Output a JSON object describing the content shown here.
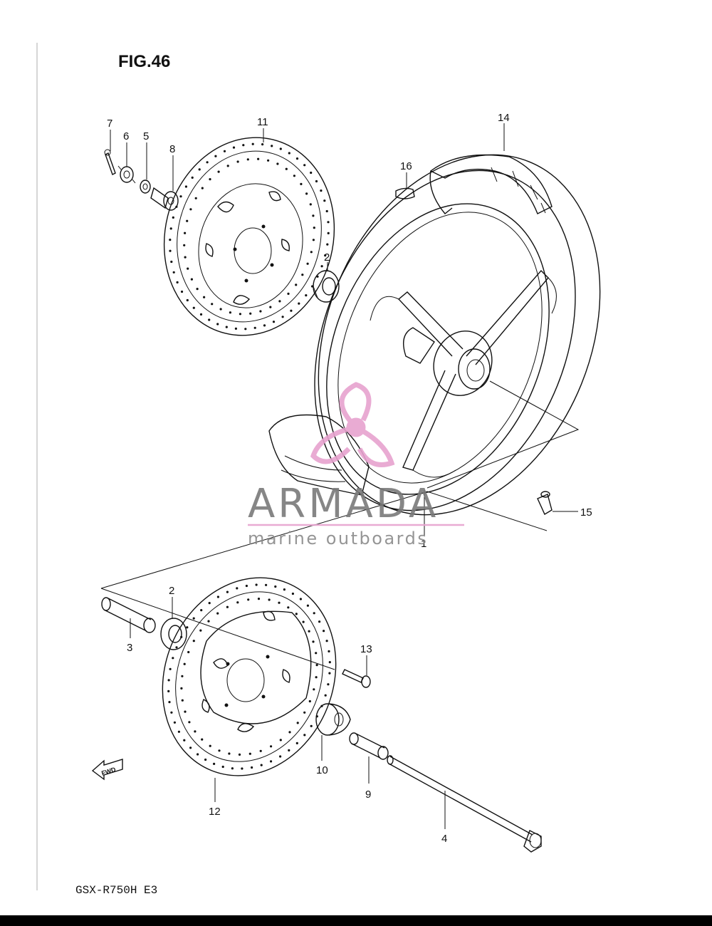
{
  "figure": {
    "title": "FIG.46",
    "model": "GSX-R750H  E3"
  },
  "direction_marker": {
    "text": "FWD"
  },
  "watermark": {
    "name": "ARMADA",
    "tagline": "marine outboards",
    "color": "#e7a3cf"
  },
  "callouts": {
    "c1": "1",
    "c2a": "2",
    "c2b": "2",
    "c3": "3",
    "c4": "4",
    "c5": "5",
    "c6": "6",
    "c7": "7",
    "c8": "8",
    "c9": "9",
    "c10": "10",
    "c11": "11",
    "c12": "12",
    "c13": "13",
    "c14": "14",
    "c15": "15",
    "c16": "16"
  }
}
